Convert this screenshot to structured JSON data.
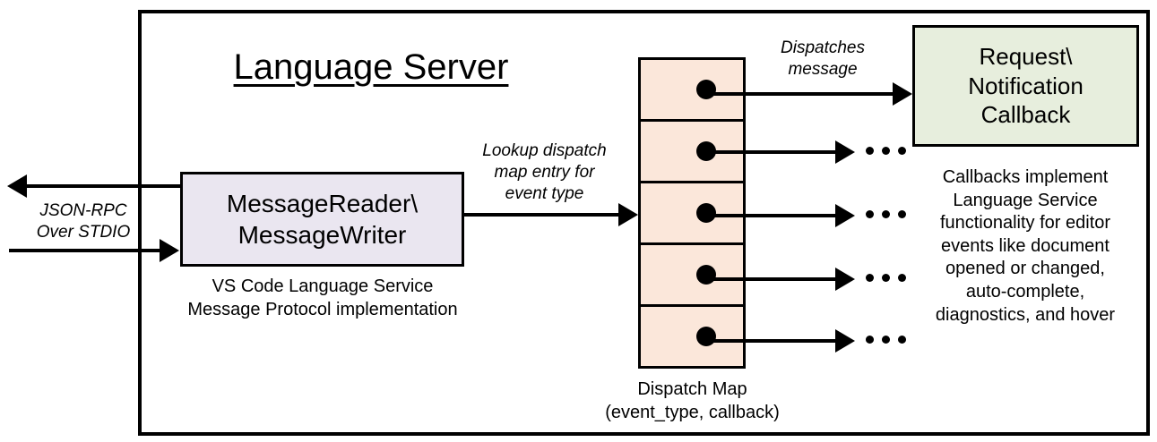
{
  "diagram": {
    "title": "Language Server",
    "boundary_name": "language-server-boundary"
  },
  "external_io": {
    "label": "JSON-RPC\nOver STDIO",
    "outgoing_arrow": "arrow-left",
    "incoming_arrow": "arrow-right"
  },
  "message_io": {
    "box_label": "MessageReader\\\nMessageWriter",
    "caption": "VS Code Language Service\nMessage Protocol implementation"
  },
  "lookup": {
    "label": "Lookup dispatch\nmap entry for\nevent type"
  },
  "dispatch_map": {
    "rows": [
      {
        "index": 1,
        "dot": "callback-dot"
      },
      {
        "index": 2,
        "dot": "callback-dot"
      },
      {
        "index": 3,
        "dot": "callback-dot"
      },
      {
        "index": 4,
        "dot": "callback-dot"
      },
      {
        "index": 5,
        "dot": "callback-dot"
      }
    ],
    "caption": "Dispatch Map\n(event_type, callback)"
  },
  "dispatch": {
    "label": "Dispatches\nmessage"
  },
  "callback": {
    "box_label": "Request\\\nNotification\nCallback",
    "description": "Callbacks implement\nLanguage Service\nfunctionality for editor\nevents like document\nopened or changed,\nauto-complete,\ndiagnostics, and hover",
    "ellipsis": "..."
  },
  "colors": {
    "outline": "#000000",
    "reader_fill": "#EAE6F0",
    "dispatch_fill": "#FBE7DA",
    "callback_fill": "#E7EEDD",
    "background": "#FFFFFF"
  }
}
